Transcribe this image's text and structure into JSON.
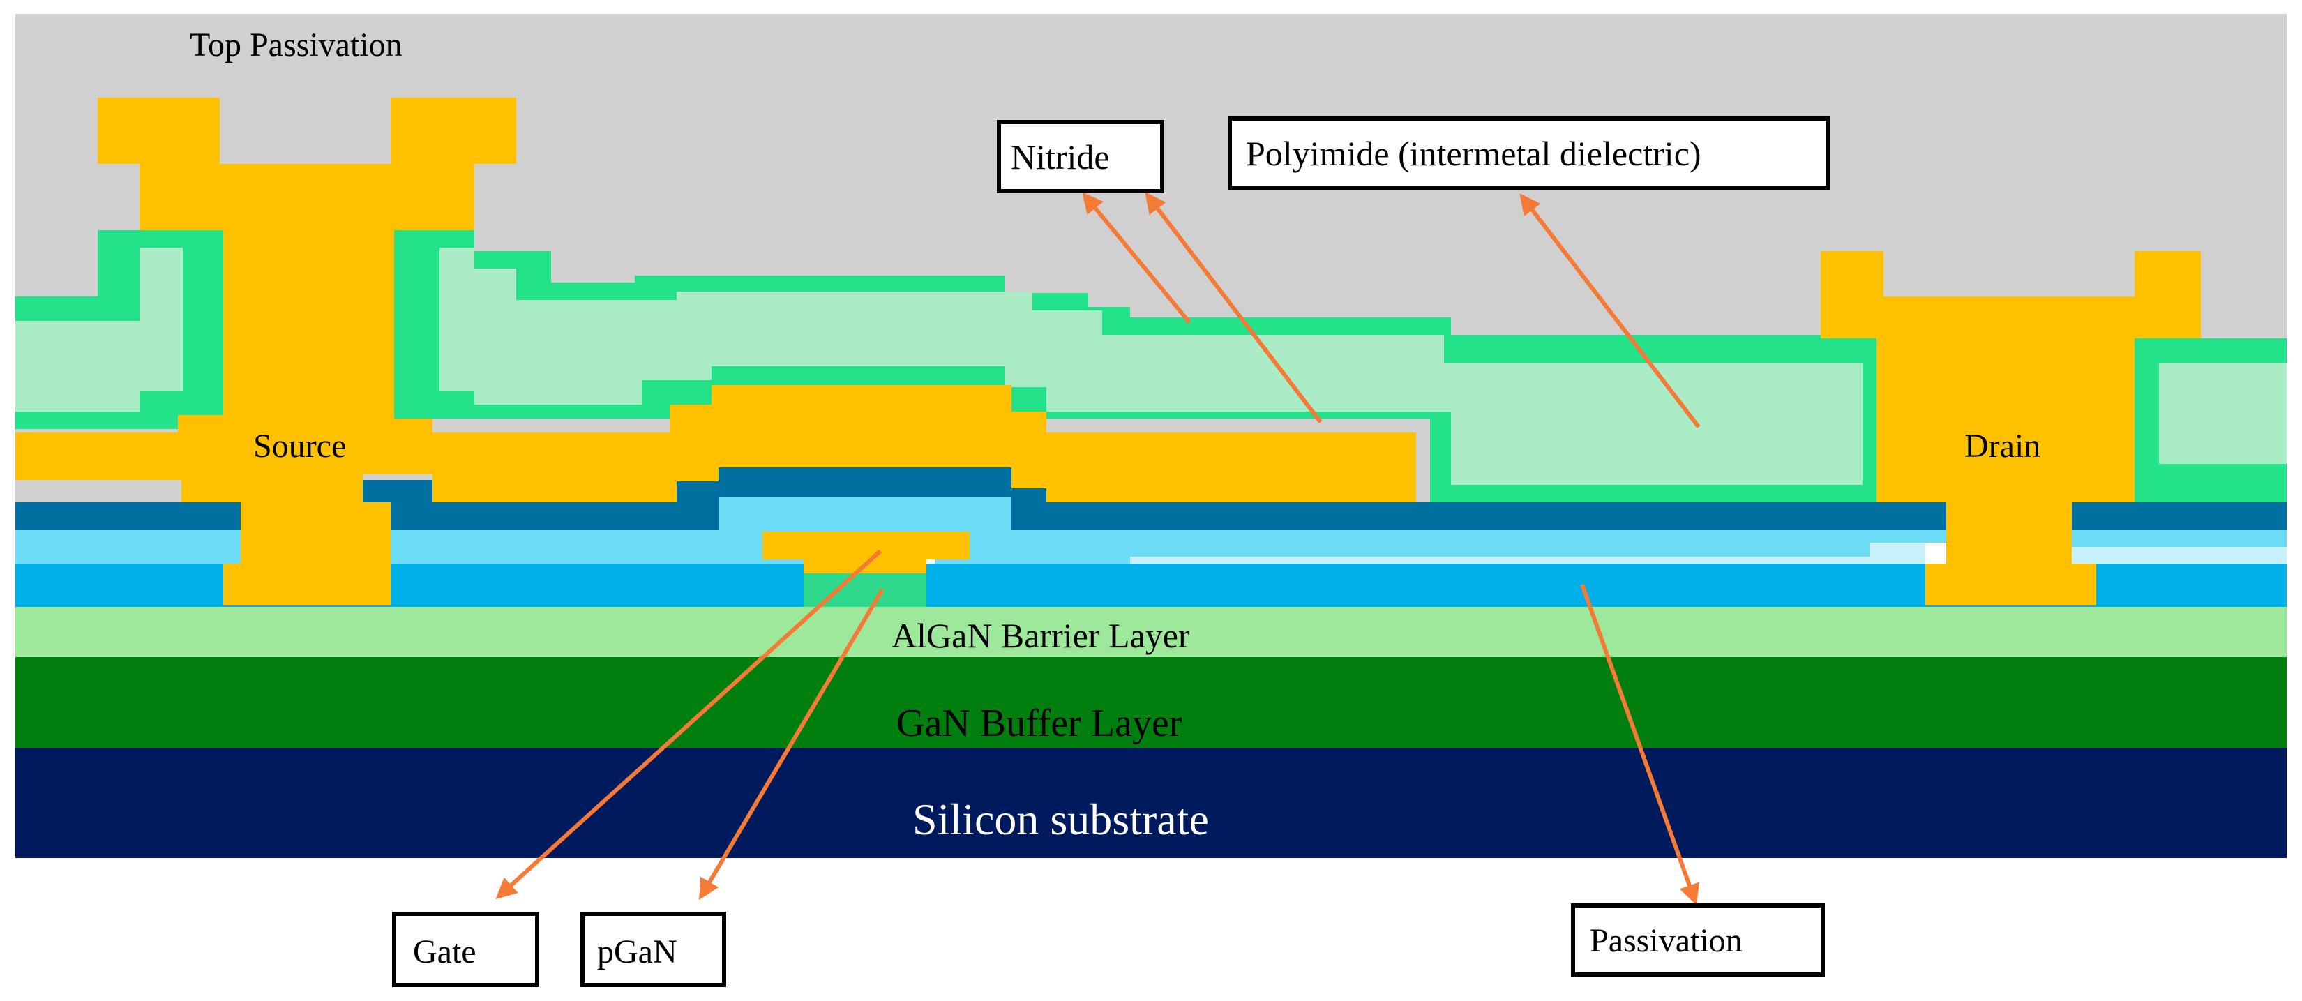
{
  "labels": {
    "top_passivation": "Top Passivation",
    "nitride": "Nitride",
    "polyimide": "Polyimide (intermetal dielectric)",
    "source": "Source",
    "drain": "Drain",
    "algan": "AlGaN Barrier Layer",
    "gan": "GaN Buffer Layer",
    "silicon": "Silicon substrate",
    "gate": "Gate",
    "pgan": "pGaN",
    "passivation": "Passivation"
  },
  "colors": {
    "top_passivation": "#d0d0d0",
    "metal": "#ffc000",
    "nitride": "#24e28a",
    "polyimide": "#a9ecc6",
    "passivation_dark": "#0070a0",
    "passivation_mid": "#6ddcf7",
    "passivation_light": "#c6f1fb",
    "passivation_base": "#00b0e8",
    "pgan": "#2fd98c",
    "algan": "#9de89b",
    "gan": "#007f0e",
    "silicon": "#001a5e",
    "arrow": "#f47a36"
  }
}
